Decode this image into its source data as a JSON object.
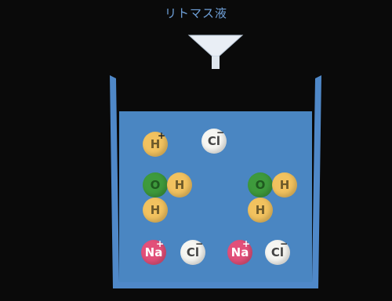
{
  "title": "リトマス液",
  "colors": {
    "background": "#0a0a0a",
    "beaker_wall": "#4f88c8",
    "liquid": "#4a86c2",
    "hydrogen": "#f2c25f",
    "oxygen": "#3e9a3c",
    "chloride": "#f6f6f2",
    "sodium": "#e2507a",
    "funnel": "#e9eef5"
  },
  "particles": {
    "h_top": {
      "label": "H",
      "charge": "+"
    },
    "cl_top": {
      "label": "Cl",
      "charge": "−"
    },
    "water_left_o": {
      "label": "O"
    },
    "water_left_h1": {
      "label": "H"
    },
    "water_left_h2": {
      "label": "H"
    },
    "water_right_o": {
      "label": "O"
    },
    "water_right_h1": {
      "label": "H"
    },
    "water_right_h2": {
      "label": "H"
    },
    "na_left": {
      "label": "Na",
      "charge": "+"
    },
    "cl_bottom_left": {
      "label": "Cl",
      "charge": "−"
    },
    "na_right": {
      "label": "Na",
      "charge": "+"
    },
    "cl_bottom_right": {
      "label": "Cl",
      "charge": "−"
    }
  }
}
